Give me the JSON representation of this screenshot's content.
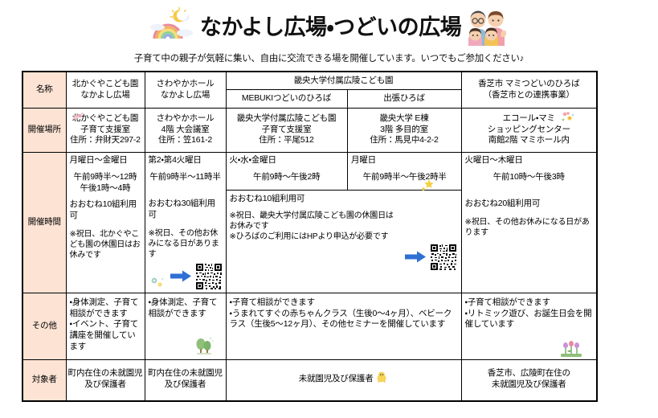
{
  "header": {
    "title": "なかよし広場・つどいの広場",
    "rainbow_icon": "rainbow-sun-cloud-icon",
    "family_icon": "family-of-four-icon",
    "subtitle": "子育て中の親子が気軽に集い、自由に交流できる場を開催しています。いつでもご参加ください♪"
  },
  "table": {
    "row_labels": {
      "name": "名称",
      "place": "開催場所",
      "time": "開催時間",
      "other": "その他",
      "target": "対象者"
    },
    "name_row": {
      "col1": "北かぐやこども園\nなかよし広場",
      "col1_line1": "北かぐやこども園",
      "col1_line2": "なかよし広場",
      "col2_line1": "さわやかホール",
      "col2_line2": "なかよし広場",
      "col34_title": "畿央大学付属広陵こども園",
      "col3_sub": "MEBUKIつどいのひろば",
      "col4_sub": "出張ひろば",
      "col5_line1": "香芝市 マミつどいのひろば",
      "col5_line2": "（香芝市との連携事業）"
    },
    "place_row": {
      "col1": [
        "北かぐやこども園",
        "子育て支援室",
        "住所：弁財天297-2"
      ],
      "col2": [
        "さわやかホール",
        "4階 大会議室",
        "住所：笠161-2"
      ],
      "col3": [
        "畿央大学付属広陵こども園",
        "子育て支援室",
        "住所：平尾512"
      ],
      "col4": [
        "畿央大学 E棟",
        "3階 多目的室",
        "住所：馬見中4-2-2"
      ],
      "col5": [
        "エコール・マミ",
        "ショッピングセンター",
        "南館2階 マミホール内"
      ]
    },
    "time_row": {
      "col1": {
        "days": "月曜日～金曜日",
        "hours": [
          "午前9時半～12時",
          "午後1時～4時"
        ],
        "capacity": "おおむね10組利用可",
        "notes": [
          "※祝日、北かぐやこども園の休園日はお休みです"
        ]
      },
      "col2": {
        "days": "第2・第4火曜日",
        "hours": [
          "午前9時半～11時半"
        ],
        "capacity": "おおむね30組利用可",
        "notes": [
          "※祝日、その他お休みになる日があります"
        ],
        "has_qr": true,
        "qr_name": "qr-code",
        "arrow_name": "blue-arrow-icon"
      },
      "col3": {
        "days": "火・水・金曜日",
        "hours": [
          "午前9時～午後2時"
        ]
      },
      "col4": {
        "days": "月曜日",
        "hours": [
          "午前9時半～午後2時半"
        ]
      },
      "col34_merged": {
        "capacity": "おおむね10組利用可",
        "notes": [
          "※祝日、畿央大学付属広陵こども園の休園日は",
          "お休みです",
          "※ひろばのご利用にはHPより申込が必要です"
        ],
        "has_qr": true,
        "qr_name": "qr-code",
        "arrow_name": "blue-arrow-icon"
      },
      "col5": {
        "days": "火曜日～木曜日",
        "hours": [
          "午前10時～午後3時"
        ],
        "capacity": "おおむね20組利用可",
        "notes": [
          "※祝日、その他お休みになる日があります"
        ]
      }
    },
    "other_row": {
      "col1": [
        "・身体測定、子育て相談ができます",
        "・イベント、子育て講座を開催しています"
      ],
      "col2": [
        "・身体測定、子育て相談ができます"
      ],
      "col34": [
        "・子育て相談ができます",
        "・うまれてすぐの赤ちゃんクラス（生後0～4ヶ月）、ベビークラス（生後5～12ヶ月）、その他セミナーを開催しています"
      ],
      "col5": [
        "・子育て相談ができます",
        "・リトミック遊び、お誕生日会を開催しています"
      ]
    },
    "target_row": {
      "col1": [
        "町内在住の未就園児",
        "及び保護者"
      ],
      "col2": [
        "町内在住の未就園児",
        "及び保護者"
      ],
      "col34": "未就園児及び保護者",
      "col5": [
        "香芝市、広陵町在住の",
        "未就園児及び保護者"
      ]
    }
  },
  "colors": {
    "row_label_bg": "#fce3d4",
    "border": "#000000",
    "arrow": "#2e6fd4",
    "text": "#111111"
  }
}
